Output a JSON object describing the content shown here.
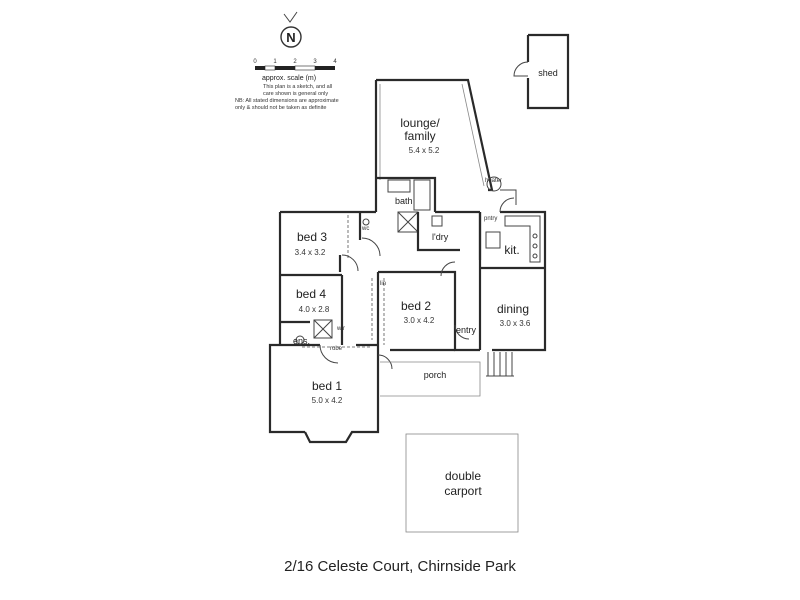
{
  "address": "2/16 Celeste Court, Chirnside Park",
  "north": {
    "label": "N"
  },
  "scale": {
    "ticks": [
      "0",
      "1",
      "2",
      "3",
      "4"
    ],
    "label": "approx. scale (m)",
    "notes": [
      "This plan is a sketch, and all",
      "care shown is general only",
      "NB: All stated dimensions are approximate",
      "only & should not be taken as definite"
    ]
  },
  "rooms": {
    "lounge": {
      "name_1": "lounge/",
      "name_2": "family",
      "dims": "5.4 x 5.2"
    },
    "bed3": {
      "name": "bed 3",
      "dims": "3.4 x 3.2"
    },
    "bed4": {
      "name": "bed 4",
      "dims": "4.0 x 2.8"
    },
    "bed2": {
      "name": "bed 2",
      "dims": "3.0 x 4.2"
    },
    "bed1": {
      "name": "bed 1",
      "dims": "5.0 x 4.2"
    },
    "dining": {
      "name": "dining",
      "dims": "3.0 x 3.6"
    },
    "kitchen": {
      "name": "kit."
    },
    "bath": {
      "name": "bath"
    },
    "laundry": {
      "name": "l'dry"
    },
    "ensuite": {
      "name": "ens."
    },
    "entry": {
      "name": "entry"
    },
    "porch": {
      "name": "porch"
    },
    "shed": {
      "name": "shed"
    },
    "carport": {
      "name_1": "double",
      "name_2": "carport"
    },
    "pantry": {
      "name": "pntry"
    },
    "wir": {
      "name": "w/r"
    },
    "robe": {
      "name": "robe"
    },
    "linen": {
      "name": "lin"
    },
    "wc": {
      "name": "wc"
    },
    "heater": {
      "name": "heater"
    }
  }
}
